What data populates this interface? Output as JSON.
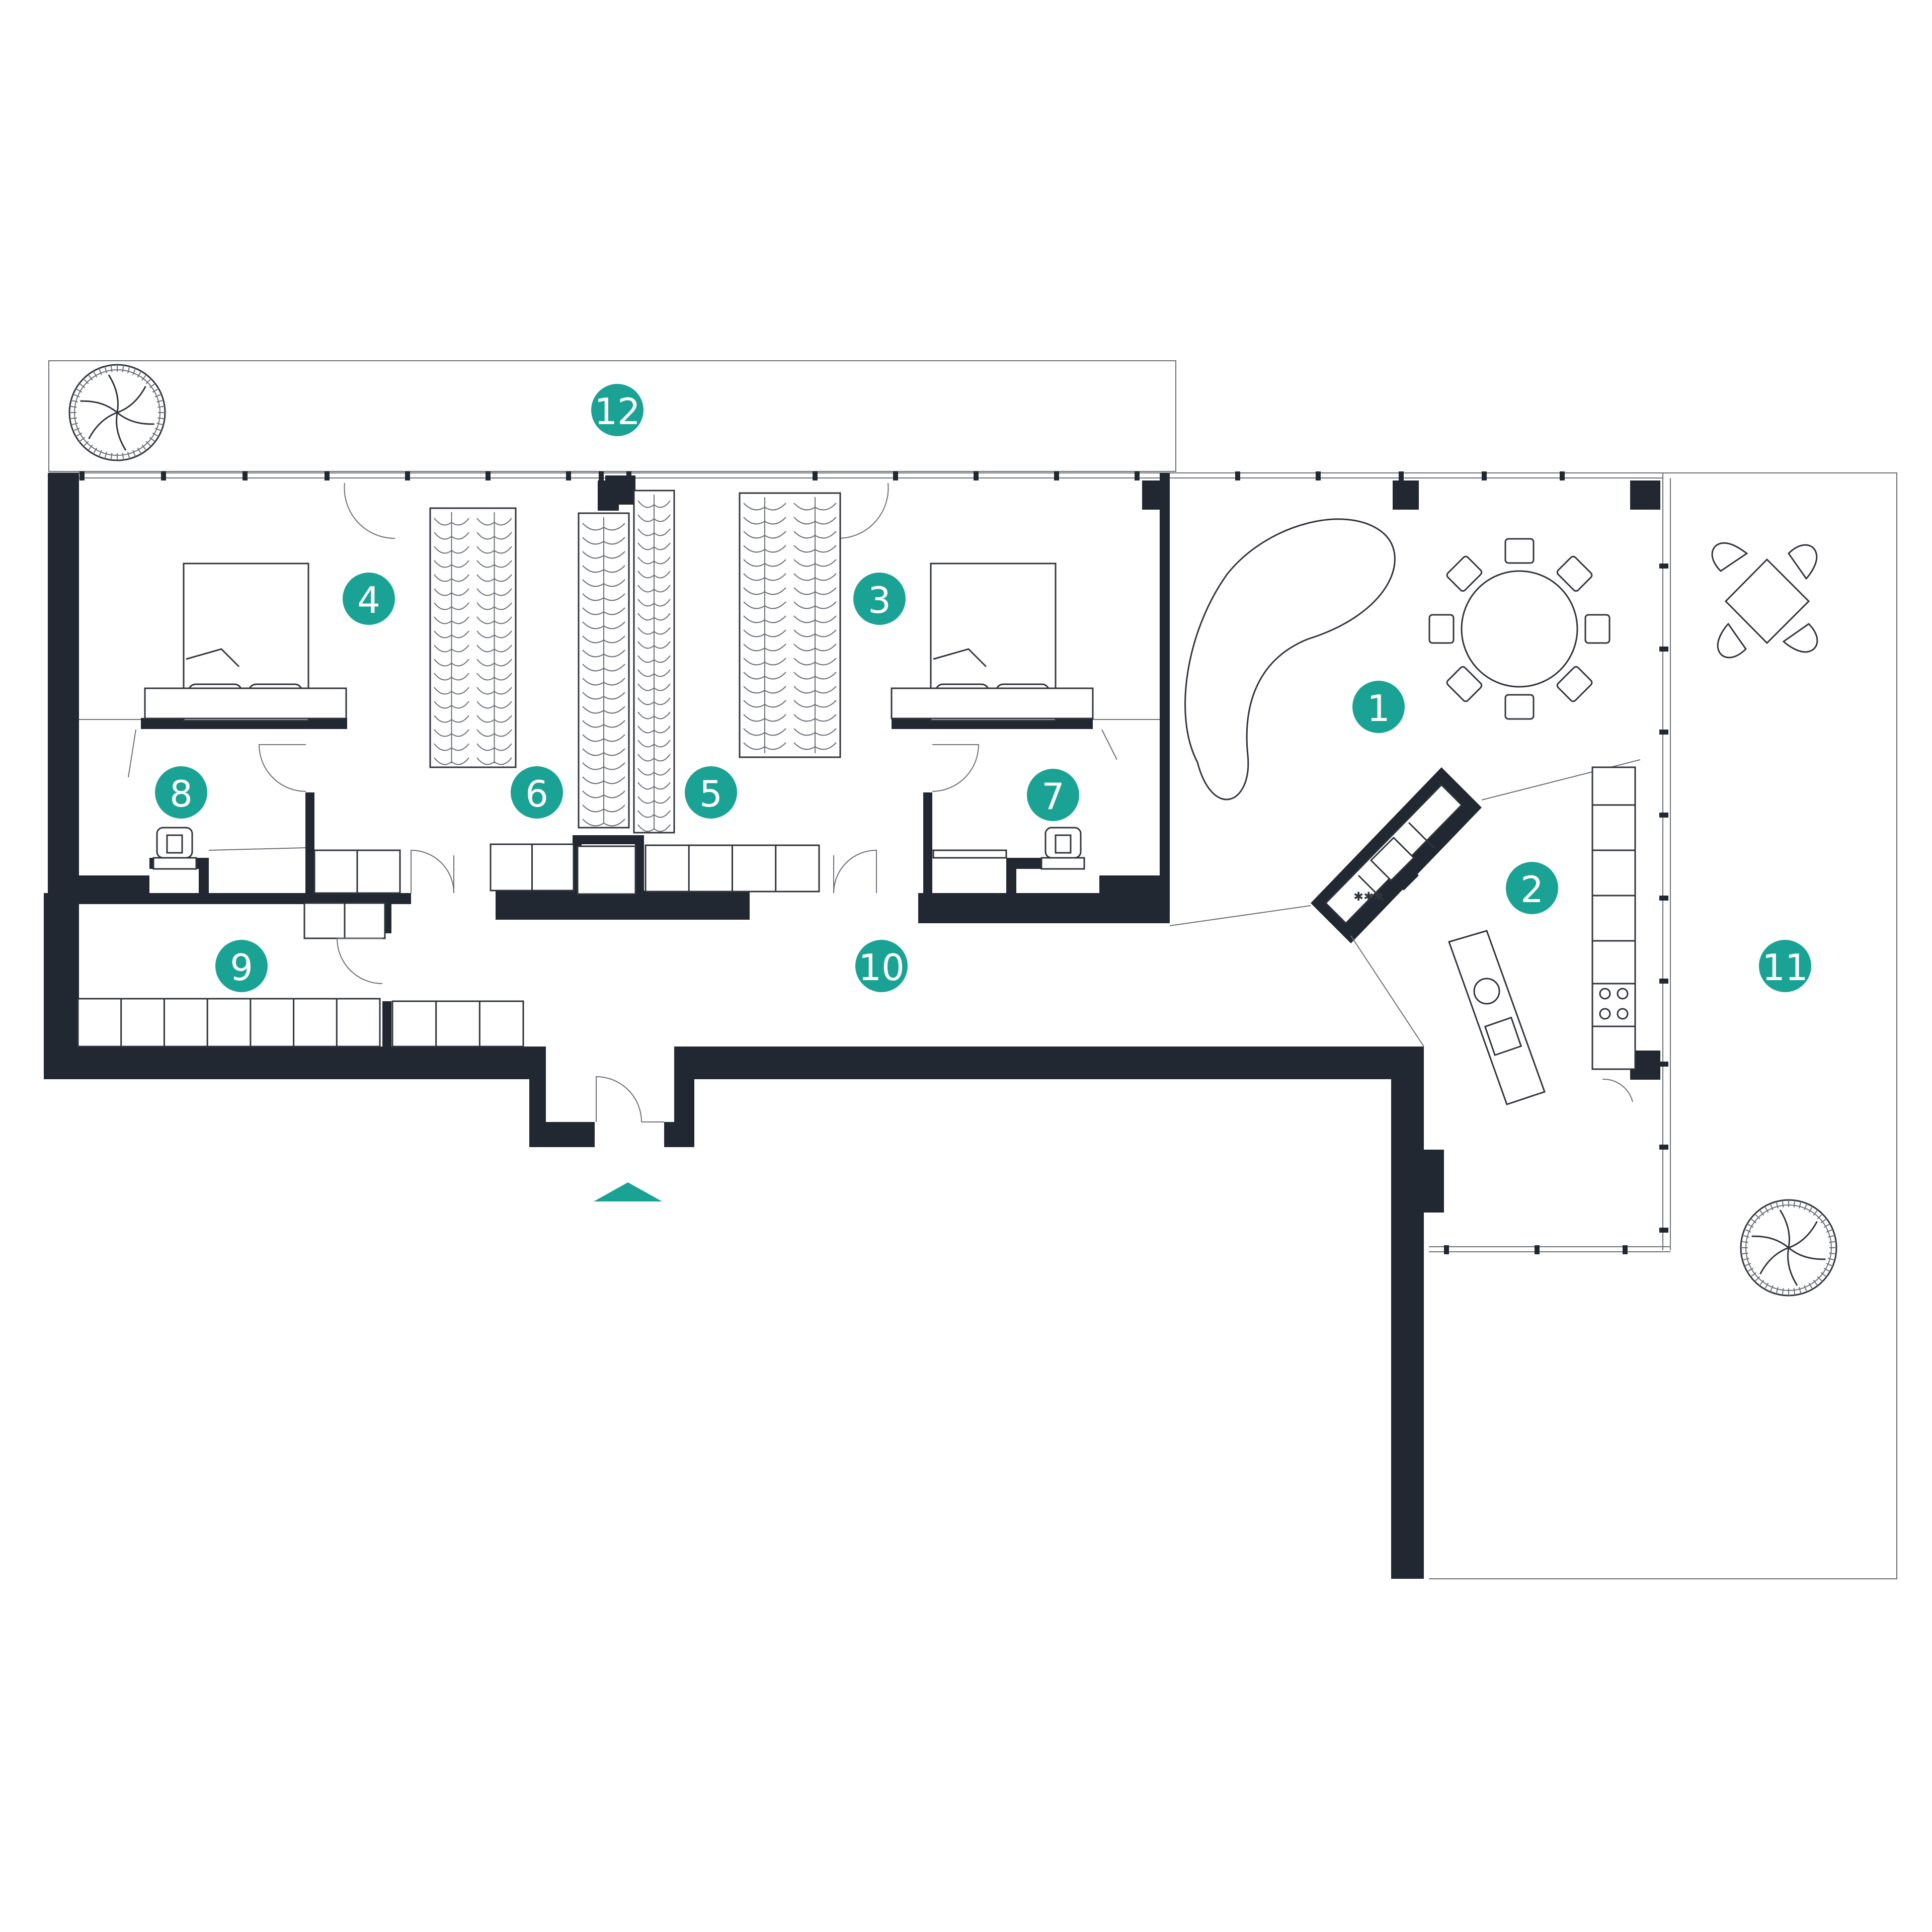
{
  "accent_color": "#1aa394",
  "wall_color": "#222831",
  "room_markers": [
    "1",
    "2",
    "3",
    "4",
    "5",
    "6",
    "7",
    "8",
    "9",
    "10",
    "11",
    "12"
  ],
  "icons": {
    "entrance": "entrance-arrow-icon",
    "tree": "tree-icon",
    "bed": "bed-icon",
    "toilet": "toilet-icon",
    "dining_table": "round-dining-table-icon",
    "outdoor_table": "square-table-icon",
    "sofa": "curved-sofa-icon",
    "stove": "stove-icon",
    "sink": "sink-icon"
  }
}
